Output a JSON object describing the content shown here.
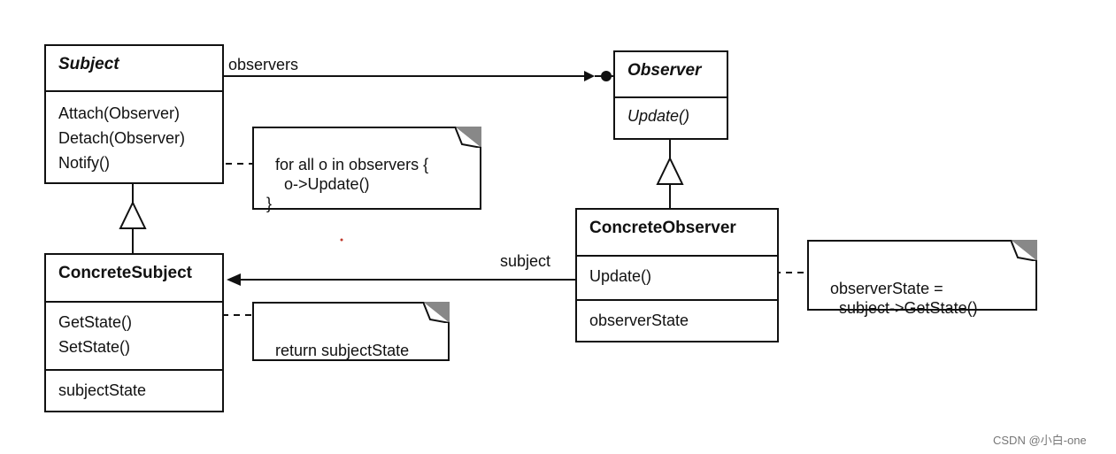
{
  "classes": {
    "subject": {
      "name": "Subject",
      "operations": [
        "Attach(Observer)",
        "Detach(Observer)",
        "Notify()"
      ]
    },
    "observer": {
      "name": "Observer",
      "operations": [
        "Update()"
      ]
    },
    "concrete_subject": {
      "name": "ConcreteSubject",
      "operations": [
        "GetState()",
        "SetState()"
      ],
      "attributes": [
        "subjectState"
      ]
    },
    "concrete_observer": {
      "name": "ConcreteObserver",
      "operations": [
        "Update()"
      ],
      "attributes": [
        "observerState"
      ]
    }
  },
  "notes": {
    "notify": "for all o in observers {\n    o->Update()\n}",
    "get_state": "return subjectState",
    "observer_update": "observerState =\n    subject->GetState()"
  },
  "associations": {
    "observers": "observers",
    "subject": "subject"
  },
  "watermark": "CSDN @小白-one"
}
